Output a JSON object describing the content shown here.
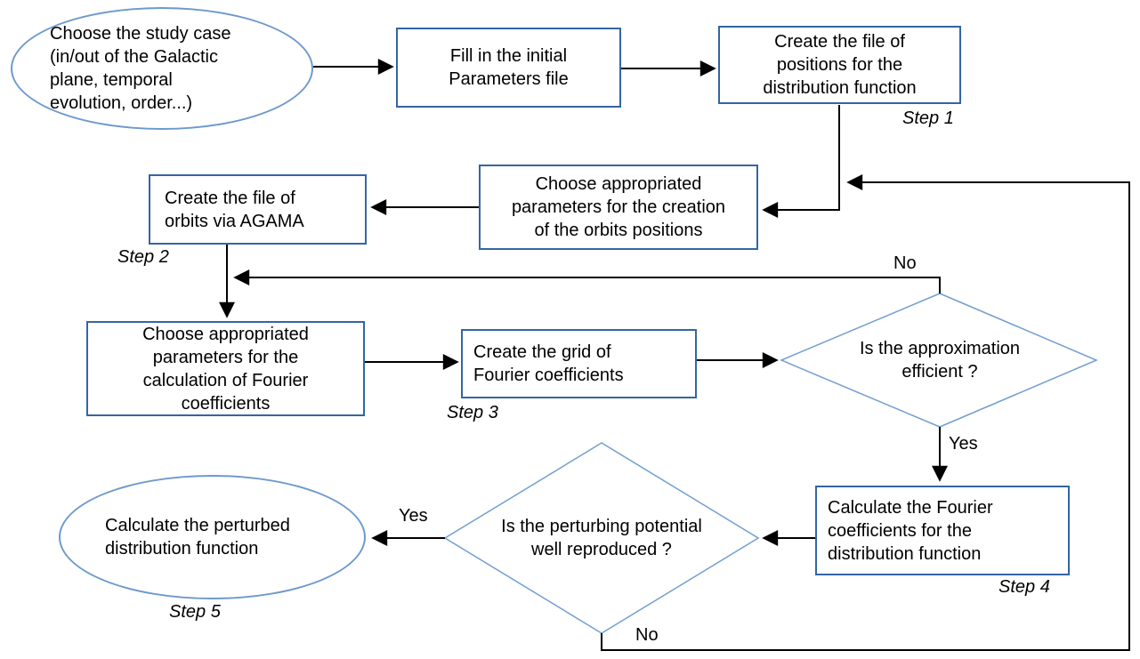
{
  "diagram": {
    "title": "Pipeline flowchart",
    "colors": {
      "box_border": "#3465a4",
      "ellipse_border": "#6e99cd",
      "diamond_border": "#729fcf",
      "connector": "#000000",
      "text": "#000000",
      "background": "#ffffff"
    },
    "nodes": {
      "study_case": "Choose the study case\n(in/out of the Galactic\nplane, temporal\nevolution, order...)",
      "fill_parameters": "Fill in the initial\nParameters file",
      "create_positions": "Create the file of\npositions for the\ndistribution function",
      "orbit_parameters": "Choose appropriated\nparameters for the creation\nof the orbits positions",
      "create_orbits": "Create the file of\norbits via AGAMA",
      "fourier_parameters": "Choose appropriated\nparameters for the\ncalculation of Fourier\ncoefficients",
      "create_grid": "Create the grid of\nFourier coefficients",
      "approximation_decision": "Is the approximation\nefficient ?",
      "calculate_coefficients": "Calculate the Fourier\ncoefficients for the\ndistribution function",
      "potential_decision": "Is the perturbing potential\nwell reproduced ?",
      "calculate_perturbed": "Calculate the perturbed\ndistribution function"
    },
    "step_labels": {
      "step1": "Step 1",
      "step2": "Step 2",
      "step3": "Step 3",
      "step4": "Step 4",
      "step5": "Step 5"
    },
    "edge_labels": {
      "approx_no": "No",
      "approx_yes": "Yes",
      "potential_yes": "Yes",
      "potential_no": "No"
    }
  }
}
